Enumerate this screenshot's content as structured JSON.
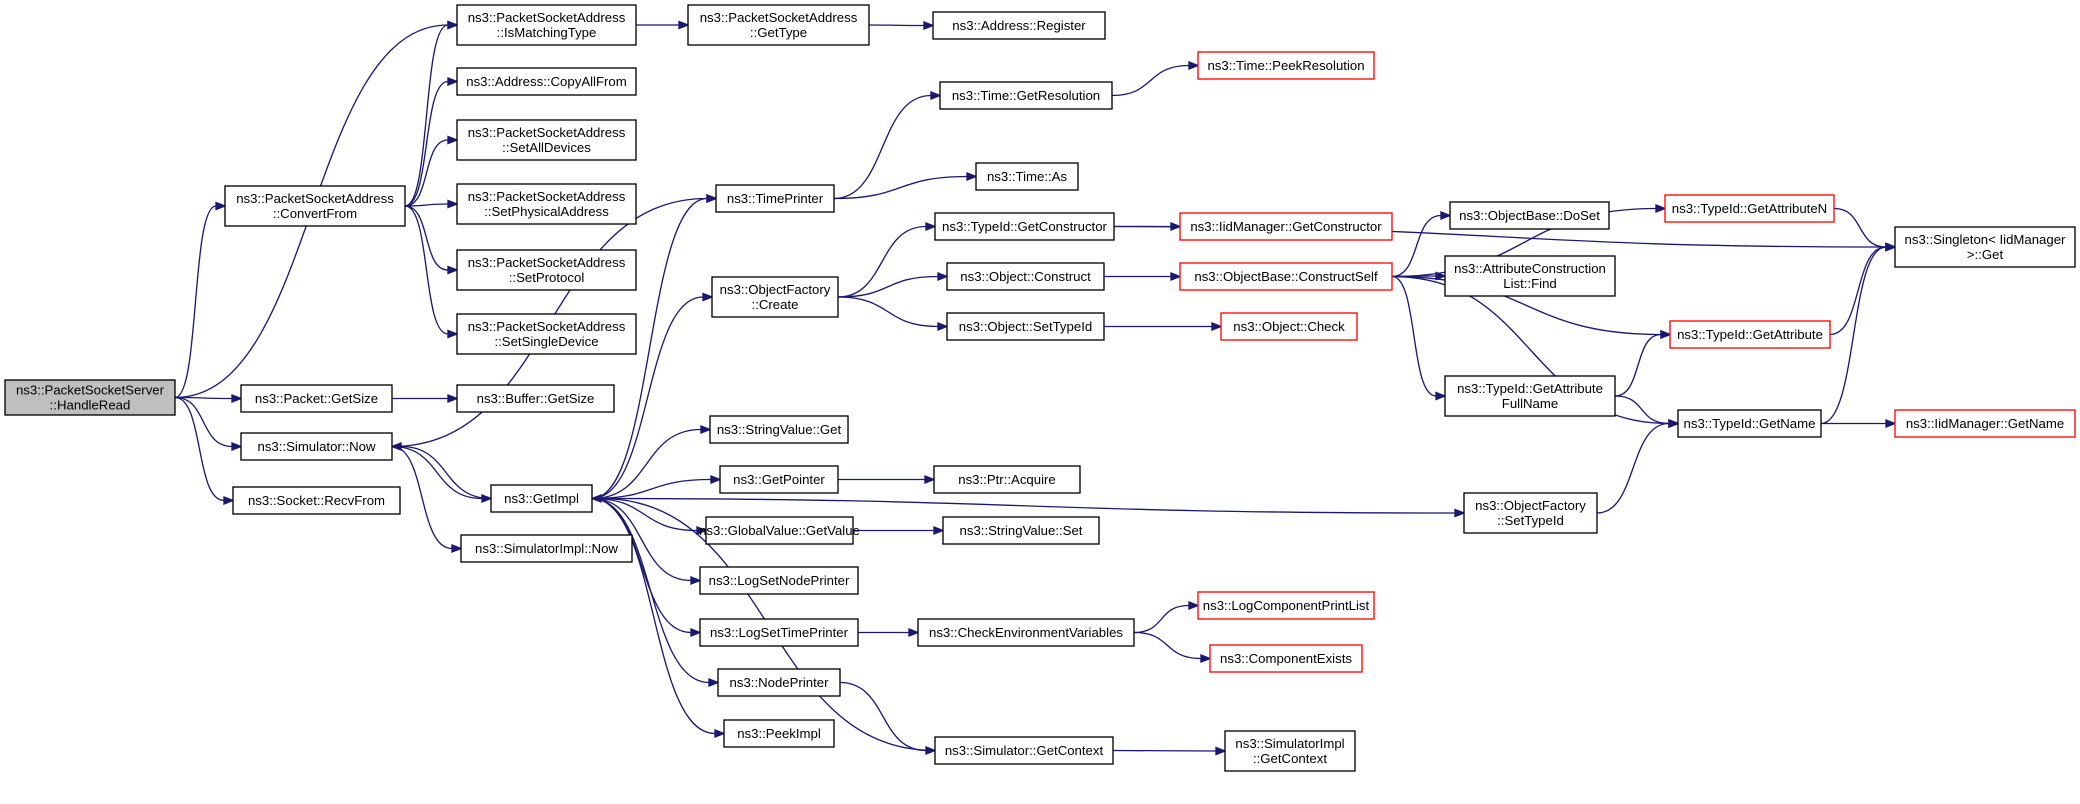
{
  "nodes": {
    "root": {
      "lines": [
        "ns3::PacketSocketServer",
        "::HandleRead"
      ],
      "root": true
    },
    "psaIMT": {
      "lines": [
        "ns3::PacketSocketAddress",
        "::IsMatchingType"
      ]
    },
    "psaGT": {
      "lines": [
        "ns3::PacketSocketAddress",
        "::GetType"
      ]
    },
    "addrReg": {
      "lines": [
        "ns3::Address::Register"
      ]
    },
    "addrCAF": {
      "lines": [
        "ns3::Address::CopyAllFrom"
      ]
    },
    "psaSAD": {
      "lines": [
        "ns3::PacketSocketAddress",
        "::SetAllDevices"
      ]
    },
    "psaCF": {
      "lines": [
        "ns3::PacketSocketAddress",
        "::ConvertFrom"
      ]
    },
    "psaSPA": {
      "lines": [
        "ns3::PacketSocketAddress",
        "::SetPhysicalAddress"
      ]
    },
    "psaSP": {
      "lines": [
        "ns3::PacketSocketAddress",
        "::SetProtocol"
      ]
    },
    "psaSSD": {
      "lines": [
        "ns3::PacketSocketAddress",
        "::SetSingleDevice"
      ]
    },
    "pktGS": {
      "lines": [
        "ns3::Packet::GetSize"
      ]
    },
    "bufGS": {
      "lines": [
        "ns3::Buffer::GetSize"
      ]
    },
    "simNow": {
      "lines": [
        "ns3::Simulator::Now"
      ]
    },
    "sockRF": {
      "lines": [
        "ns3::Socket::RecvFrom"
      ]
    },
    "simImplNow": {
      "lines": [
        "ns3::SimulatorImpl::Now"
      ]
    },
    "getImpl": {
      "lines": [
        "ns3::GetImpl"
      ]
    },
    "timePrinter": {
      "lines": [
        "ns3::TimePrinter"
      ]
    },
    "timeGR": {
      "lines": [
        "ns3::Time::GetResolution"
      ]
    },
    "timePR": {
      "lines": [
        "ns3::Time::PeekResolution"
      ],
      "ext": true
    },
    "timeAs": {
      "lines": [
        "ns3::Time::As"
      ]
    },
    "ofCreate": {
      "lines": [
        "ns3::ObjectFactory",
        "::Create"
      ]
    },
    "tidGC": {
      "lines": [
        "ns3::TypeId::GetConstructor"
      ]
    },
    "iidGC": {
      "lines": [
        "ns3::IidManager::GetConstructor"
      ],
      "ext": true
    },
    "objConstruct": {
      "lines": [
        "ns3::Object::Construct"
      ]
    },
    "obCS": {
      "lines": [
        "ns3::ObjectBase::ConstructSelf"
      ],
      "ext": true
    },
    "objSTI": {
      "lines": [
        "ns3::Object::SetTypeId"
      ]
    },
    "objCheck": {
      "lines": [
        "ns3::Object::Check"
      ],
      "ext": true
    },
    "obDoSet": {
      "lines": [
        "ns3::ObjectBase::DoSet"
      ]
    },
    "acl": {
      "lines": [
        "ns3::AttributeConstruction",
        "List::Find"
      ]
    },
    "tidGAN": {
      "lines": [
        "ns3::TypeId::GetAttributeN"
      ],
      "ext": true
    },
    "singleton": {
      "lines": [
        "ns3::Singleton< IidManager",
        " >::Get"
      ]
    },
    "tidGA": {
      "lines": [
        "ns3::TypeId::GetAttribute"
      ],
      "ext": true
    },
    "tidGAFN": {
      "lines": [
        "ns3::TypeId::GetAttribute",
        "FullName"
      ]
    },
    "tidGN": {
      "lines": [
        "ns3::TypeId::GetName"
      ]
    },
    "iidGN": {
      "lines": [
        "ns3::IidManager::GetName"
      ],
      "ext": true
    },
    "strValGet": {
      "lines": [
        "ns3::StringValue::Get"
      ]
    },
    "getPointer": {
      "lines": [
        "ns3::GetPointer"
      ]
    },
    "ptrAcquire": {
      "lines": [
        "ns3::Ptr::Acquire"
      ]
    },
    "gvGV": {
      "lines": [
        "ns3::GlobalValue::GetValue"
      ]
    },
    "strValSet": {
      "lines": [
        "ns3::StringValue::Set"
      ]
    },
    "ofSTI": {
      "lines": [
        "ns3::ObjectFactory",
        "::SetTypeId"
      ]
    },
    "logSNP": {
      "lines": [
        "ns3::LogSetNodePrinter"
      ]
    },
    "logSTP": {
      "lines": [
        "ns3::LogSetTimePrinter"
      ]
    },
    "checkEV": {
      "lines": [
        "ns3::CheckEnvironmentVariables"
      ]
    },
    "logCPL": {
      "lines": [
        "ns3::LogComponentPrintList"
      ],
      "ext": true
    },
    "compExists": {
      "lines": [
        "ns3::ComponentExists"
      ],
      "ext": true
    },
    "nodePrinter": {
      "lines": [
        "ns3::NodePrinter"
      ]
    },
    "peekImpl": {
      "lines": [
        "ns3::PeekImpl"
      ]
    },
    "simGC": {
      "lines": [
        "ns3::Simulator::GetContext"
      ]
    },
    "simImplGC": {
      "lines": [
        "ns3::SimulatorImpl",
        "::GetContext"
      ]
    }
  },
  "edges": [
    [
      "root",
      "psaIMT"
    ],
    [
      "root",
      "psaCF"
    ],
    [
      "root",
      "pktGS"
    ],
    [
      "root",
      "simNow"
    ],
    [
      "root",
      "sockRF"
    ],
    [
      "psaIMT",
      "psaGT"
    ],
    [
      "psaGT",
      "addrReg"
    ],
    [
      "psaCF",
      "psaIMT"
    ],
    [
      "psaCF",
      "addrCAF"
    ],
    [
      "psaCF",
      "psaSAD"
    ],
    [
      "psaCF",
      "psaSPA"
    ],
    [
      "psaCF",
      "psaSP"
    ],
    [
      "psaCF",
      "psaSSD"
    ],
    [
      "pktGS",
      "bufGS"
    ],
    [
      "simNow",
      "getImpl"
    ],
    [
      "simNow",
      "simImplNow"
    ],
    [
      "simNow",
      "timePrinter"
    ],
    [
      "getImpl",
      "simNow"
    ],
    [
      "getImpl",
      "timePrinter"
    ],
    [
      "getImpl",
      "ofCreate"
    ],
    [
      "getImpl",
      "strValGet"
    ],
    [
      "getImpl",
      "getPointer"
    ],
    [
      "getImpl",
      "gvGV"
    ],
    [
      "getImpl",
      "logSNP"
    ],
    [
      "getImpl",
      "logSTP"
    ],
    [
      "getImpl",
      "nodePrinter"
    ],
    [
      "getImpl",
      "peekImpl"
    ],
    [
      "getImpl",
      "ofSTI"
    ],
    [
      "timePrinter",
      "timeGR"
    ],
    [
      "timePrinter",
      "timeAs"
    ],
    [
      "timeGR",
      "timePR"
    ],
    [
      "ofCreate",
      "tidGC"
    ],
    [
      "ofCreate",
      "objConstruct"
    ],
    [
      "ofCreate",
      "objSTI"
    ],
    [
      "tidGC",
      "iidGC"
    ],
    [
      "tidGC",
      "singleton"
    ],
    [
      "objConstruct",
      "obCS"
    ],
    [
      "objSTI",
      "objCheck"
    ],
    [
      "obCS",
      "obDoSet"
    ],
    [
      "obCS",
      "acl"
    ],
    [
      "obCS",
      "tidGAN"
    ],
    [
      "obCS",
      "tidGA"
    ],
    [
      "obCS",
      "tidGAFN"
    ],
    [
      "obCS",
      "tidGN"
    ],
    [
      "tidGAN",
      "singleton"
    ],
    [
      "tidGA",
      "singleton"
    ],
    [
      "tidGAFN",
      "tidGA"
    ],
    [
      "tidGAFN",
      "tidGN"
    ],
    [
      "tidGN",
      "singleton"
    ],
    [
      "tidGN",
      "iidGN"
    ],
    [
      "ofSTI",
      "tidGN"
    ],
    [
      "getPointer",
      "ptrAcquire"
    ],
    [
      "gvGV",
      "strValSet"
    ],
    [
      "logSTP",
      "checkEV"
    ],
    [
      "checkEV",
      "logCPL"
    ],
    [
      "checkEV",
      "compExists"
    ],
    [
      "nodePrinter",
      "simGC"
    ],
    [
      "simGC",
      "getImpl"
    ],
    [
      "simGC",
      "simImplGC"
    ]
  ]
}
